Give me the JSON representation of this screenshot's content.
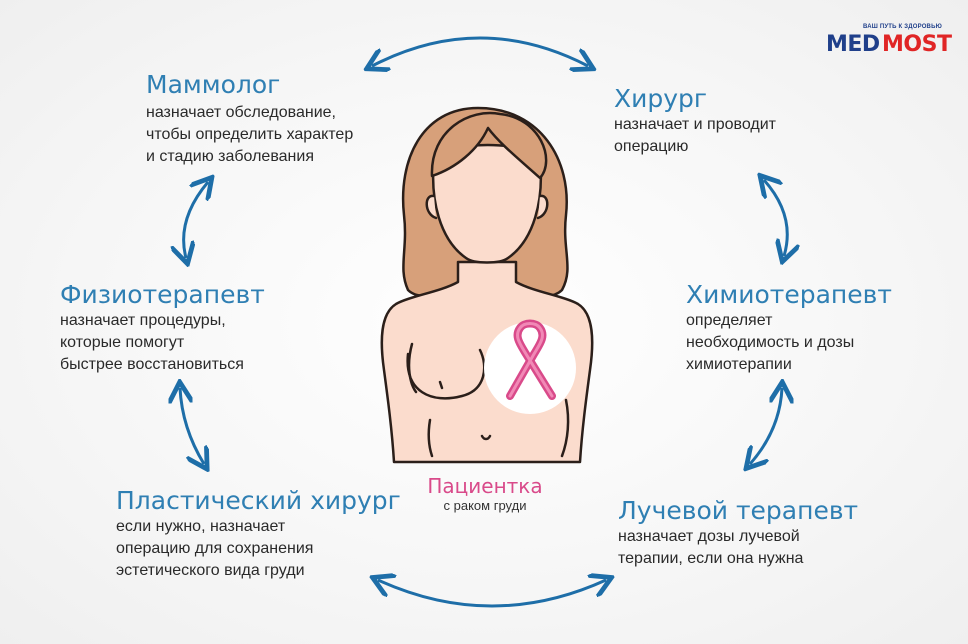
{
  "logo": {
    "tagline": "ВАШ ПУТЬ К ЗДОРОВЬЮ",
    "part1": "MED",
    "part2": "MOST"
  },
  "roles": {
    "mammolog": {
      "title": "Маммолог",
      "lines": [
        "назначает обследование,",
        "чтобы определить характер",
        "и стадию заболевания"
      ]
    },
    "surgeon": {
      "title": "Хирург",
      "lines": [
        "назначает и проводит",
        "операцию"
      ]
    },
    "physio": {
      "title": "Физиотерапевт",
      "lines": [
        "назначает процедуры,",
        "которые помогут",
        "быстрее восстановиться"
      ]
    },
    "chemo": {
      "title": "Химиотерапевт",
      "lines": [
        "определяет",
        "необходимость и дозы",
        "химиотерапии"
      ]
    },
    "plastic": {
      "title": "Пластический хирург",
      "lines": [
        "если нужно, назначает",
        "операцию для сохранения",
        "эстетического вида груди"
      ]
    },
    "radio": {
      "title": "Лучевой терапевт",
      "lines": [
        "назначает дозы лучевой",
        "терапии, если она нужна"
      ]
    }
  },
  "patient": {
    "title": "Пациентка",
    "subtitle": "с раком груди"
  },
  "colors": {
    "accent": "#2f7fb3",
    "pink": "#d94a8a",
    "skin": "#fbdccd",
    "hair": "#d7a07a",
    "logo_blue": "#1f3f8a",
    "logo_red": "#e02525"
  },
  "icons": [
    "pink-ribbon-icon",
    "double-arrow-icon"
  ]
}
